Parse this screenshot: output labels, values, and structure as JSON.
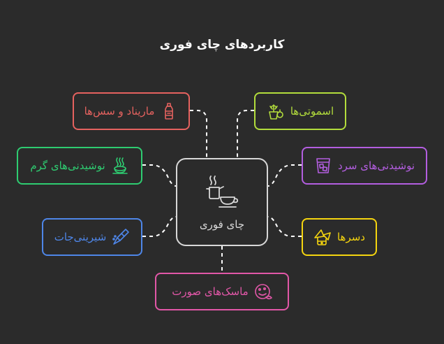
{
  "title": "کاربردهای چای فوری",
  "center": {
    "label": "چای فوری",
    "icon": "tea-pot-and-cup-icon",
    "color": "#d8d8d8"
  },
  "nodes": {
    "marinade": {
      "label": "ماریناد و سس‌ها",
      "icon": "sauce-bottle-icon",
      "color": "#e5625f"
    },
    "smoothies": {
      "label": "اسموتی‌ها",
      "icon": "smoothie-icon",
      "color": "#b3dd3c"
    },
    "hot_drinks": {
      "label": "نوشیدنی‌های گرم",
      "icon": "hot-cup-icon",
      "color": "#2ecc71"
    },
    "cold_drinks": {
      "label": "نوشیدنی‌های سرد",
      "icon": "iced-glass-icon",
      "color": "#b35ee0"
    },
    "sweets": {
      "label": "شیرینی‌جات",
      "icon": "piping-bag-icon",
      "color": "#4e86e8"
    },
    "desserts": {
      "label": "دسرها",
      "icon": "cake-slices-icon",
      "color": "#f5d50f"
    },
    "face_masks": {
      "label": "ماسک‌های صورت",
      "icon": "face-mask-icon",
      "color": "#e257a8"
    }
  }
}
